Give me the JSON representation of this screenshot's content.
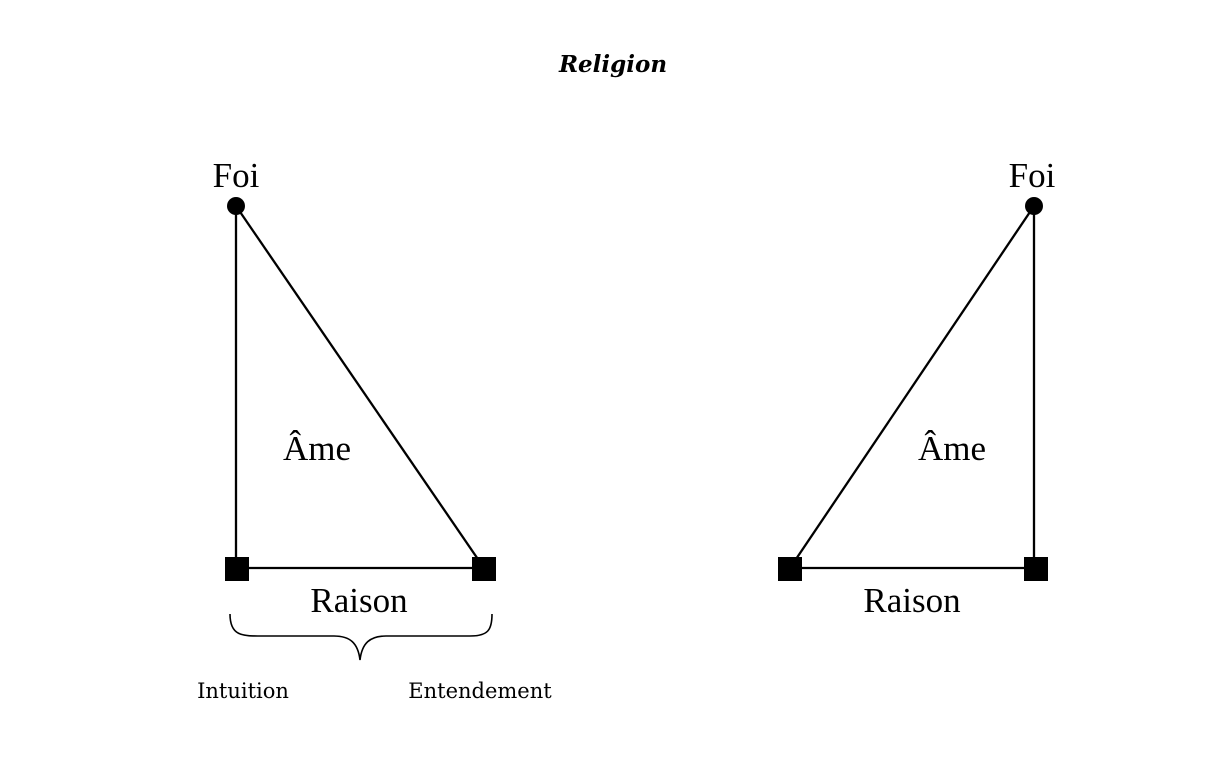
{
  "title": "Religion",
  "left_triangle": {
    "top_label": "Foi",
    "inner_label": "Âme",
    "base_label": "Raison",
    "brace_left_label": "Intuition",
    "brace_right_label": "Entendement"
  },
  "right_triangle": {
    "top_label": "Foi",
    "inner_label": "Âme",
    "base_label": "Raison"
  },
  "colors": {
    "ink": "#000000",
    "background": "#ffffff"
  }
}
